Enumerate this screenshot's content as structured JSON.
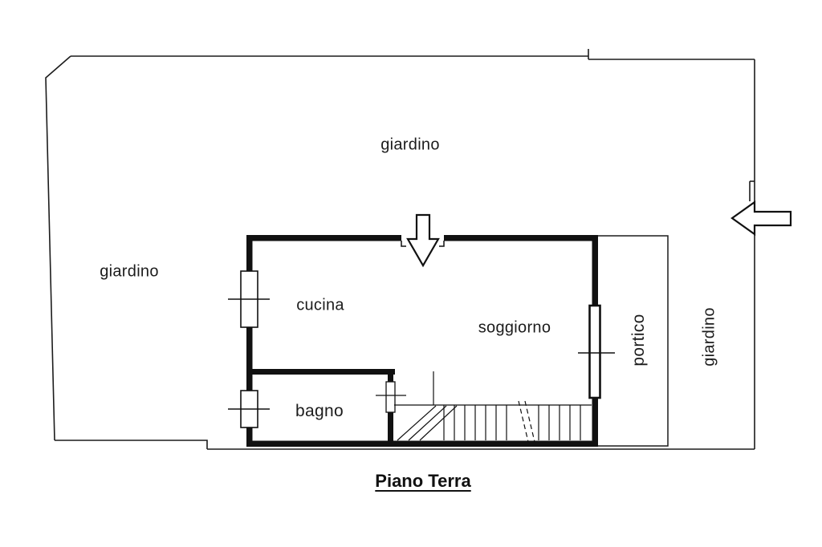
{
  "title": "Piano Terra",
  "labels": {
    "garden_top": "giardino",
    "garden_left": "giardino",
    "garden_right": "giardino",
    "kitchen": "cucina",
    "living_room": "soggiorno",
    "bathroom": "bagno",
    "porch": "portico"
  },
  "icons": {
    "entrance_arrow": "down-arrow-outline",
    "access_arrow": "left-arrow-outline"
  },
  "colors": {
    "line": "#1c1c1c",
    "background": "#ffffff"
  }
}
